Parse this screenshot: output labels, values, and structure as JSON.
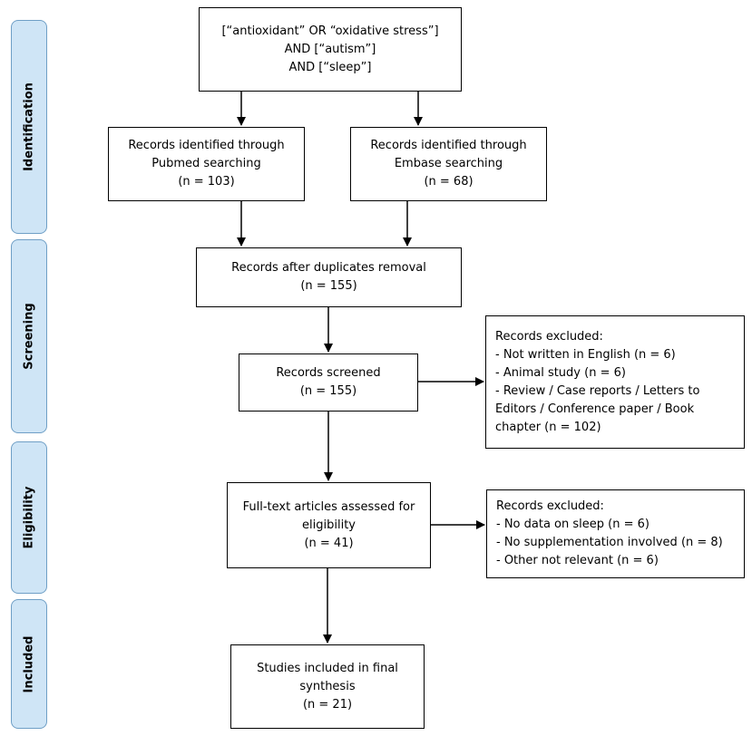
{
  "phases": {
    "identification": "Identification",
    "screening": "Screening",
    "eligibility": "Eligibility",
    "included": "Included"
  },
  "search_box": {
    "lines": [
      "[“antioxidant” OR “oxidative stress”]",
      "AND [“autism”]",
      "AND [“sleep”]"
    ]
  },
  "pubmed_box": {
    "lines": [
      "Records identified through",
      "Pubmed searching",
      "(n = 103)"
    ]
  },
  "embase_box": {
    "lines": [
      "Records identified through",
      "Embase searching",
      "(n = 68)"
    ]
  },
  "duplicates_box": {
    "lines": [
      "Records after duplicates removal",
      "(n = 155)"
    ]
  },
  "screened_box": {
    "lines": [
      "Records screened",
      "(n = 155)"
    ]
  },
  "excluded_screening_box": {
    "lines": [
      "Records excluded:",
      "- Not written in English (n = 6)",
      "- Animal study (n = 6)",
      "- Review / Case reports / Letters to",
      "Editors / Conference paper / Book",
      "chapter (n = 102)"
    ]
  },
  "fulltext_box": {
    "lines": [
      "Full-text articles assessed for",
      "eligibility",
      "(n = 41)"
    ]
  },
  "excluded_eligibility_box": {
    "lines": [
      "Records excluded:",
      "- No data on sleep (n = 6)",
      "- No supplementation involved (n = 8)",
      "- Other not relevant (n = 6)"
    ]
  },
  "included_box": {
    "lines": [
      "Studies included in final",
      "synthesis",
      "(n = 21)"
    ]
  },
  "colors": {
    "phase_fill": "#cfe5f6",
    "phase_border": "#6f9fc6",
    "line": "#000000"
  }
}
